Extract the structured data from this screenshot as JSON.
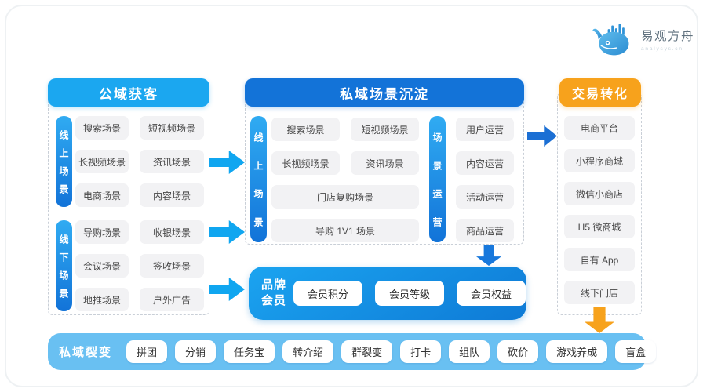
{
  "logo": {
    "brand": "易观方舟",
    "tagline": "analysys.cn"
  },
  "colors": {
    "header_light_blue": "#1ba7f0",
    "header_deep_blue": "#1373d8",
    "header_orange": "#f7a21c",
    "fission_bar_blue": "#69c0f2",
    "pill_gray": "#f2f2f4"
  },
  "acquisition": {
    "title": "公域获客",
    "groups": [
      {
        "tag": "线上场景",
        "items": [
          "搜索场景",
          "短视频场景",
          "长视频场景",
          "资讯场景",
          "电商场景",
          "内容场景"
        ]
      },
      {
        "tag": "线下场景",
        "items": [
          "导购场景",
          "收银场景",
          "会议场景",
          "签收场景",
          "地推场景",
          "户外广告"
        ]
      }
    ]
  },
  "private_scene": {
    "title": "私域场景沉淀",
    "scene_tag": "线上场景",
    "scene_items": [
      "搜索场景",
      "短视频场景",
      "长视频场景",
      "资讯场景",
      "门店复购场景",
      "导购 1V1 场景"
    ],
    "ops_tag": "场景运营",
    "ops_items": [
      "用户运营",
      "内容运营",
      "活动运营",
      "商品运营"
    ]
  },
  "conversion": {
    "title": "交易转化",
    "items": [
      "电商平台",
      "小程序商城",
      "微信小商店",
      "H5 微商城",
      "自有 App",
      "线下门店"
    ]
  },
  "brand_member": {
    "title_lines": [
      "品牌",
      "会员"
    ],
    "items": [
      "会员积分",
      "会员等级",
      "会员权益"
    ]
  },
  "fission": {
    "label": "私域裂变",
    "items": [
      "拼团",
      "分销",
      "任务宝",
      "转介绍",
      "群裂变",
      "打卡",
      "组队",
      "砍价",
      "游戏养成",
      "盲盒"
    ]
  }
}
